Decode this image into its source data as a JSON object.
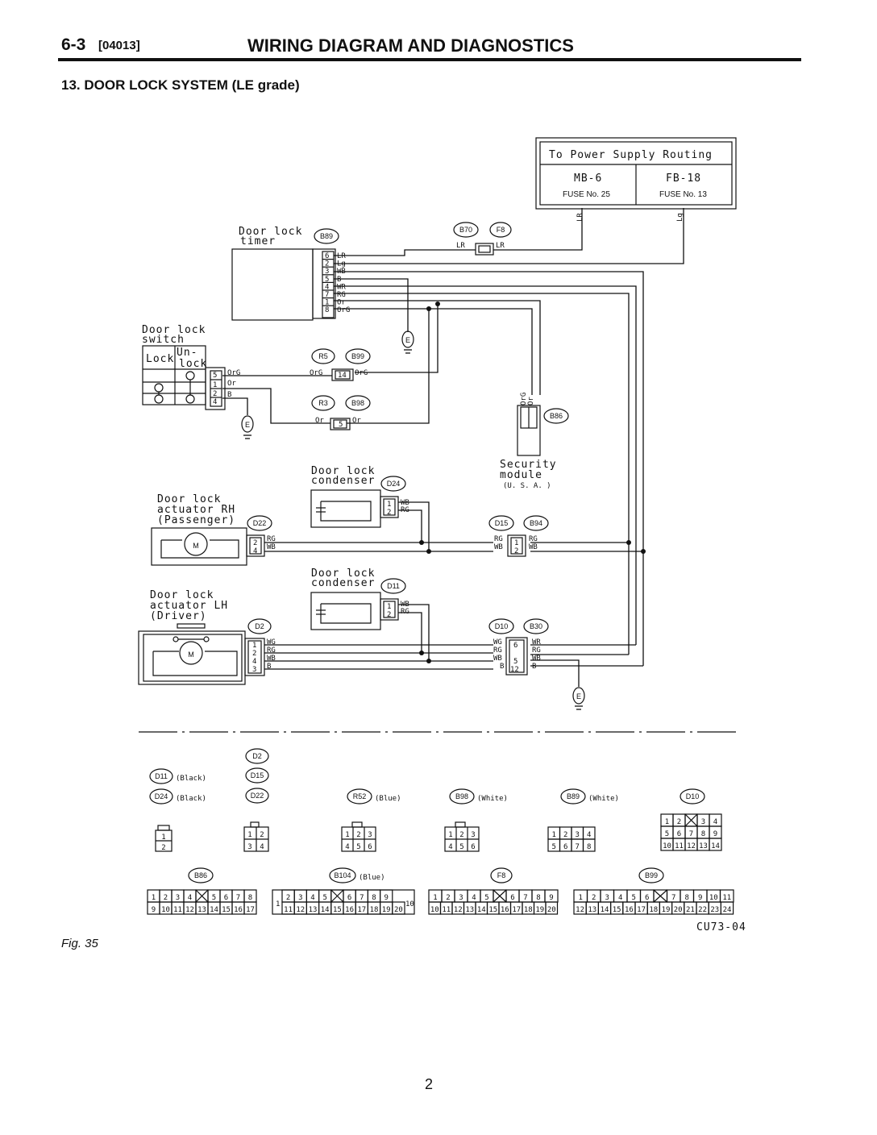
{
  "header": {
    "section": "6-3",
    "code": "[04013]",
    "title": "WIRING DIAGRAM AND DIAGNOSTICS"
  },
  "subtitle": "13. DOOR LOCK SYSTEM (LE grade)",
  "power": {
    "title": "To Power Supply Routing",
    "left_name": "MB-6",
    "left_fuse": "FUSE No. 25",
    "right_name": "FB-18",
    "right_fuse": "FUSE No. 13",
    "wire_left": "LR",
    "wire_right": "Lg"
  },
  "components": {
    "timer_l1": "Door lock",
    "timer_l2": "timer",
    "switch_l1": "Door lock",
    "switch_l2": "switch",
    "switch_lock": "Lock",
    "switch_unlock_1": "Un-",
    "switch_unlock_2": "lock",
    "security_l1": "Security",
    "security_l2": "module",
    "security_l3": "(U. S. A. )",
    "cond_rh_l1": "Door lock",
    "cond_rh_l2": "condenser",
    "cond_lh_l1": "Door lock",
    "cond_lh_l2": "condenser",
    "act_rh_l1": "Door lock",
    "act_rh_l2": "actuator RH",
    "act_rh_l3": "(Passenger)",
    "act_lh_l1": "Door lock",
    "act_lh_l2": "actuator LH",
    "act_lh_l3": "(Driver)",
    "motor": "M",
    "ground": "E"
  },
  "connectors": {
    "b89": "B89",
    "b70": "B70",
    "f8": "F8",
    "r5": "R5",
    "b99": "B99",
    "r3": "R3",
    "b98": "B98",
    "b86": "B86",
    "d24": "D24",
    "d22": "D22",
    "d15": "D15",
    "b94": "B94",
    "d11": "D11",
    "d2": "D2",
    "d10": "D10",
    "b30": "B30",
    "r52": "R52",
    "b104": "B104"
  },
  "wires": {
    "LR": "LR",
    "Lg": "Lg",
    "WB": "WB",
    "B": "B",
    "WR": "WR",
    "RG": "RG",
    "Or": "Or",
    "OrG": "OrG",
    "WG": "WG"
  },
  "timer_pins": [
    "6",
    "2",
    "3",
    "5",
    "4",
    "7",
    "1",
    "8"
  ],
  "timer_wires": [
    "LR",
    "Lg",
    "WB",
    "B",
    "WR",
    "RG",
    "Or",
    "OrG"
  ],
  "pins": {
    "p14": "14",
    "p5": "5",
    "p1": "1",
    "p2": "2",
    "p3": "3",
    "p4": "4",
    "p6": "6",
    "p12": "12"
  },
  "legend": {
    "black_1": "(Black)",
    "black_2": "(Black)",
    "blue_1": "(Blue)",
    "white_1": "(White)",
    "white_2": "(White)",
    "blue_2": "(Blue)",
    "d10_rows": [
      [
        "1",
        "2",
        "",
        "3",
        "4"
      ],
      [
        "5",
        "6",
        "7",
        "8",
        "9"
      ],
      [
        "10",
        "11",
        "12",
        "13",
        "14"
      ]
    ],
    "b86_rows": [
      [
        "1",
        "2",
        "3",
        "4",
        "",
        "5",
        "6",
        "7",
        "8"
      ],
      [
        "9",
        "10",
        "11",
        "12",
        "13",
        "14",
        "15",
        "16",
        "17"
      ]
    ],
    "b104_row1": [
      "2",
      "3",
      "4",
      "5",
      "",
      "6",
      "7",
      "8",
      "9"
    ],
    "b104_row2": [
      "11",
      "12",
      "13",
      "14",
      "15",
      "16",
      "17",
      "18",
      "19",
      "20"
    ],
    "b104_side_left": "1",
    "b104_side_right": "10",
    "f8_row1": [
      "1",
      "2",
      "3",
      "4",
      "5",
      "",
      "6",
      "7",
      "8",
      "9"
    ],
    "f8_row2": [
      "10",
      "11",
      "12",
      "13",
      "14",
      "15",
      "16",
      "17",
      "18",
      "19",
      "20"
    ],
    "b99_row1": [
      "1",
      "2",
      "3",
      "4",
      "5",
      "6",
      "",
      "7",
      "8",
      "9",
      "10",
      "11"
    ],
    "b99_row2": [
      "12",
      "13",
      "14",
      "15",
      "16",
      "17",
      "18",
      "19",
      "20",
      "21",
      "22",
      "23",
      "24"
    ]
  },
  "code_ref": "CU73-04",
  "figure": "Fig. 35",
  "page_number": "2"
}
